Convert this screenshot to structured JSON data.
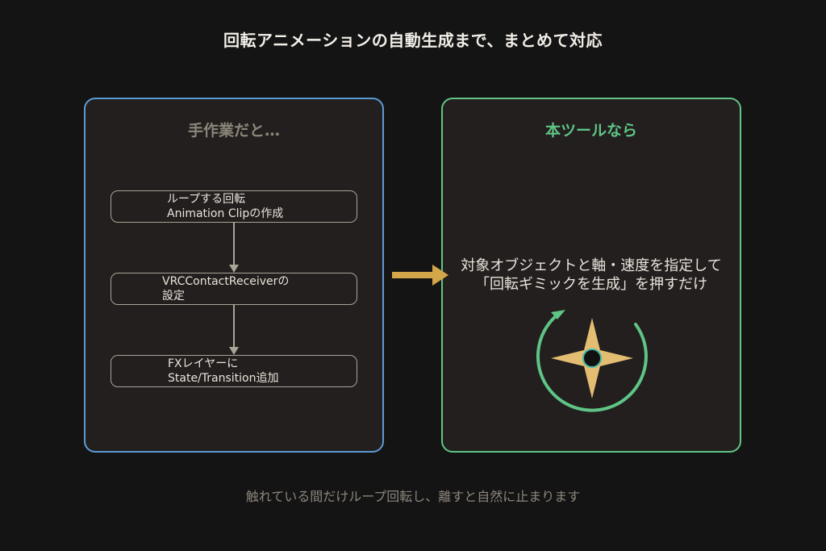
{
  "title": "回転アニメーションの自動生成まで、まとめて対応",
  "left_panel": {
    "title": "手作業だと…",
    "steps": [
      {
        "line1": "ループする回転",
        "line2": "Animation Clipの作成"
      },
      {
        "line1": "VRCContactReceiverの",
        "line2": "設定"
      },
      {
        "line1": "FXレイヤーに",
        "line2": "State/Transition追加"
      }
    ]
  },
  "right_panel": {
    "title": "本ツールなら",
    "line1": "対象オブジェクトと軸・速度を指定して",
    "line2": "「回転ギミックを生成」を押すだけ",
    "icon": "rotating-gimmick-icon"
  },
  "footer": "触れている間だけループ回転し、離すと自然に止まります",
  "colors": {
    "background": "#151414",
    "panel": "#221f1e",
    "left_border": "#5b9bd5",
    "right_border": "#5fc485",
    "arrow": "#d4a64a",
    "star": "#e3bd72",
    "step_border": "#a9a398",
    "muted_text": "#8a857c"
  }
}
